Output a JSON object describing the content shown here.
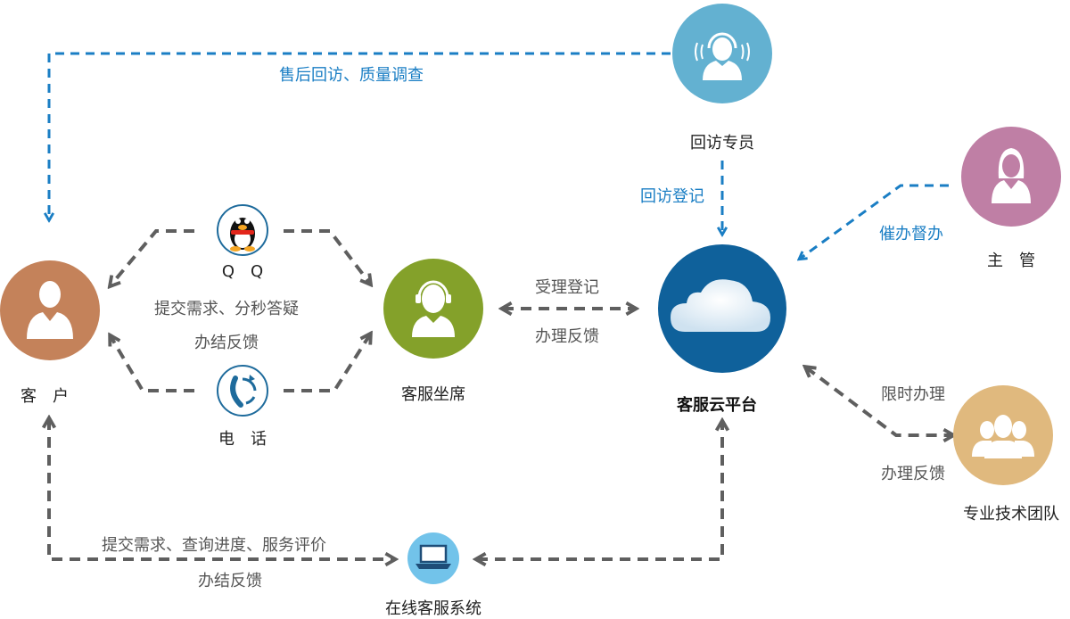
{
  "colors": {
    "link_gray": "#5f5f5f",
    "link_blue": "#1a7ec4",
    "customer": "#c4825a",
    "visit_specialist": "#63b1d1",
    "supervisor": "#bf7fa5",
    "agent": "#84a12a",
    "cloud_platform": "#0f619b",
    "tech_team": "#e0b97e",
    "online_system": "#72c3ea",
    "channel_ring": "#1e6b9c"
  },
  "nodes": {
    "customer": {
      "label": "客　户",
      "icon": "businessman-icon"
    },
    "qq": {
      "label": "Q　Q",
      "icon": "qq-penguin-icon"
    },
    "phone": {
      "label": "电　话",
      "icon": "phone-callback-icon"
    },
    "agent": {
      "label": "客服坐席",
      "icon": "headset-agent-icon"
    },
    "visit_specialist": {
      "label": "回访专员",
      "icon": "headset-caller-icon"
    },
    "cloud_platform": {
      "label": "客服云平台",
      "icon": "cloud-icon"
    },
    "supervisor": {
      "label": "主　管",
      "icon": "woman-icon"
    },
    "tech_team": {
      "label": "专业技术团队",
      "icon": "team-icon"
    },
    "online_system": {
      "label": "在线客服系统",
      "icon": "laptop-icon"
    }
  },
  "edges": {
    "after_sales": "售后回访、质量调查",
    "visit_register": "回访登记",
    "urge": "催办督办",
    "submit_instant": "提交需求、分秒答疑",
    "finish_feedback_channels": "办结反馈",
    "accept_register": "受理登记",
    "handle_feedback_agent": "办理反馈",
    "time_limit": "限时办理",
    "handle_feedback_team": "办理反馈",
    "submit_online": "提交需求、查询进度、服务评价",
    "finish_feedback_online": "办结反馈"
  }
}
